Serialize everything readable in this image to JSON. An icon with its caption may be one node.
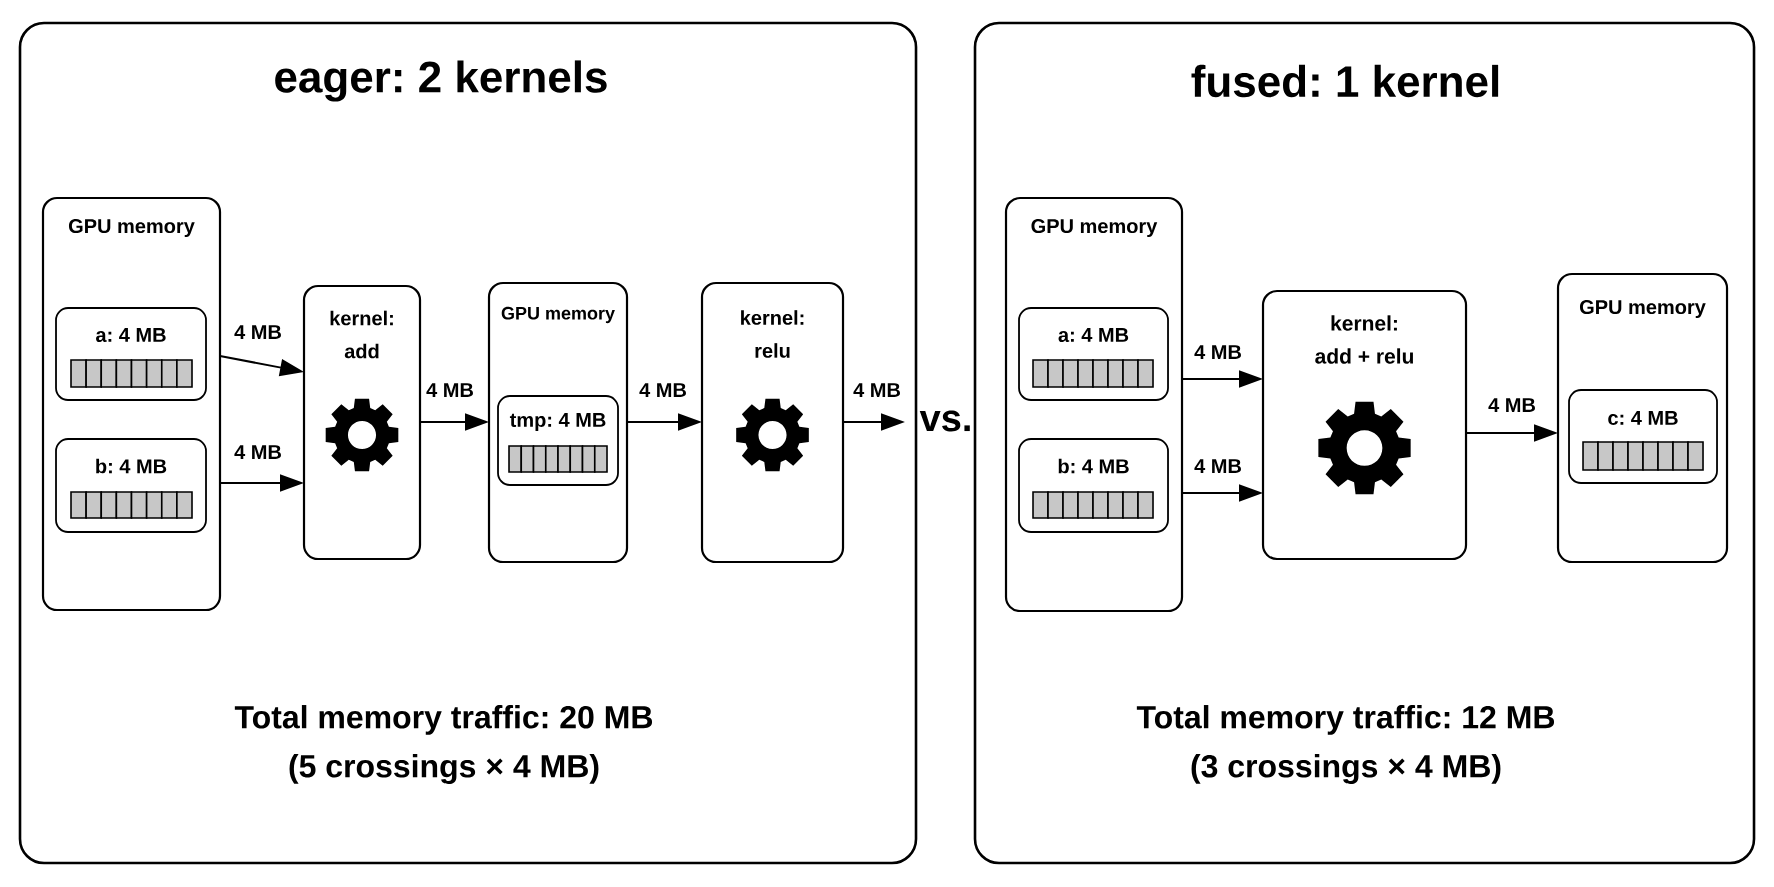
{
  "diagram": {
    "nodes": [
      {
        "text": [
          "eager: 2 kernels",
          "Total memory traffic: 20 MB (5 crossings × 4 MB)"
        ]
      },
      {
        "text": [
          "GPU memory"
        ],
        "in": 0
      },
      {
        "text": [
          "a: 4 MB"
        ],
        "in": 1
      },
      {
        "text": [
          "b: 4 MB"
        ],
        "in": 1
      },
      {
        "text": [
          "kernel: add"
        ],
        "in": 0
      },
      {
        "text": [
          "GPU memory"
        ],
        "in": 0
      },
      {
        "text": [
          "tmp: 4 MB"
        ],
        "in": 5
      },
      {
        "text": [
          "kernel: relu"
        ],
        "in": 0
      },
      {
        "text": [
          "fused: 1 kernel",
          "Total memory traffic: 12 MB (3 crossings × 4 MB)"
        ]
      },
      {
        "text": [
          "GPU memory"
        ],
        "in": 8
      },
      {
        "text": [
          "a: 4 MB"
        ],
        "in": 9
      },
      {
        "text": [
          "b: 4 MB"
        ],
        "in": 9
      },
      {
        "text": [
          "kernel: add + relu"
        ],
        "in": 8
      },
      {
        "text": [
          "GPU memory"
        ],
        "in": 8
      },
      {
        "text": [
          "c: 4 MB"
        ],
        "in": 13
      }
    ],
    "edges": [
      {
        "from": 2,
        "to": 4,
        "arrow": "to",
        "label": "4 MB"
      },
      {
        "from": 3,
        "to": 4,
        "arrow": "to",
        "label": "4 MB"
      },
      {
        "from": 4,
        "to": 6,
        "arrow": "to",
        "label": "4 MB"
      },
      {
        "from": 6,
        "to": 7,
        "arrow": "to",
        "label": "4 MB"
      },
      {
        "from": 7,
        "to": null,
        "arrow": "to",
        "label": "4 MB"
      },
      {
        "from": 10,
        "to": 12,
        "arrow": "to",
        "label": "4 MB"
      },
      {
        "from": 11,
        "to": 12,
        "arrow": "to",
        "label": "4 MB"
      },
      {
        "from": 12,
        "to": 14,
        "arrow": "to",
        "label": "4 MB"
      }
    ],
    "labels": [
      "vs."
    ]
  }
}
